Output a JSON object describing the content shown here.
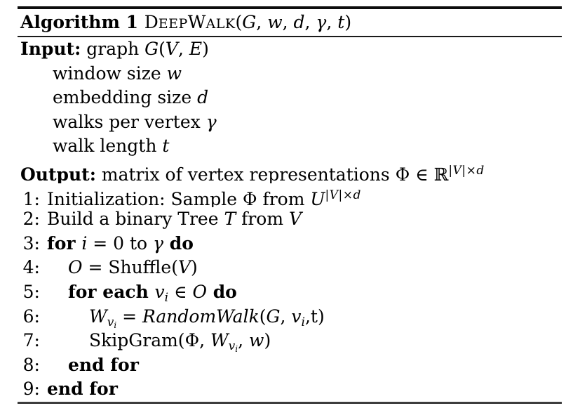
{
  "algorithm": {
    "title": {
      "label": "Algorithm 1 ",
      "name_parts": [
        "D",
        "EEP",
        "W",
        "ALK"
      ],
      "args": [
        "(",
        "G",
        ", ",
        "w",
        ", ",
        "d",
        ", ",
        "γ",
        ", ",
        "t",
        ")"
      ]
    },
    "input": {
      "keyword": "Input:",
      "seg": [
        " graph ",
        "G",
        "(",
        "V",
        ", ",
        "E",
        ")"
      ]
    },
    "input_items": [
      {
        "text": "window size ",
        "var": "w"
      },
      {
        "text": "embedding size ",
        "var": "d"
      },
      {
        "text": "walks per vertex ",
        "var": "γ"
      },
      {
        "text": "walk length ",
        "var": "t"
      }
    ],
    "output": {
      "keyword": "Output:",
      "text": " matrix of vertex representations ",
      "phi": "Φ",
      "element_of": " ∈ ",
      "reals": "ℝ",
      "sup": [
        "|",
        "V",
        "|×",
        "d"
      ]
    },
    "steps": [
      {
        "num": "1:",
        "s0": "Initialization: Sample ",
        "s1": "Φ",
        "s2": " from ",
        "s3": "U",
        "sup": [
          "|",
          "V",
          "|×",
          "d"
        ]
      },
      {
        "num": "2:",
        "s0": "Build a binary Tree ",
        "s1": "T",
        "s2": " from ",
        "s3": "V"
      },
      {
        "num": "3:",
        "s0": "for ",
        "s1": "i",
        "s2": " = 0 to ",
        "s3": "γ",
        "s4": " do"
      },
      {
        "num": "4:",
        "s0": "O",
        "s1": " = Shuffle(",
        "s2": "V",
        "s3": ")"
      },
      {
        "num": "5:",
        "s0": "for each ",
        "s1": "v",
        "s2": "i",
        "s3": " ∈ ",
        "s4": "O",
        "s5": " do"
      },
      {
        "num": "6:",
        "s0": "W",
        "s1": "v",
        "s2": "i",
        "s3": " = ",
        "s4": "RandomWalk",
        "s5": "(",
        "s6": "G",
        "s7": ", ",
        "s8": "v",
        "s9": "i",
        "s10": ",t)"
      },
      {
        "num": "7:",
        "s0": "SkipGram(",
        "s1": "Φ",
        "s2": ", ",
        "s3": "W",
        "s4": "v",
        "s5": "i",
        "s6": ", ",
        "s7": "w",
        "s8": ")"
      },
      {
        "num": "8:",
        "s0": "end for"
      },
      {
        "num": "9:",
        "s0": "end for"
      }
    ]
  }
}
